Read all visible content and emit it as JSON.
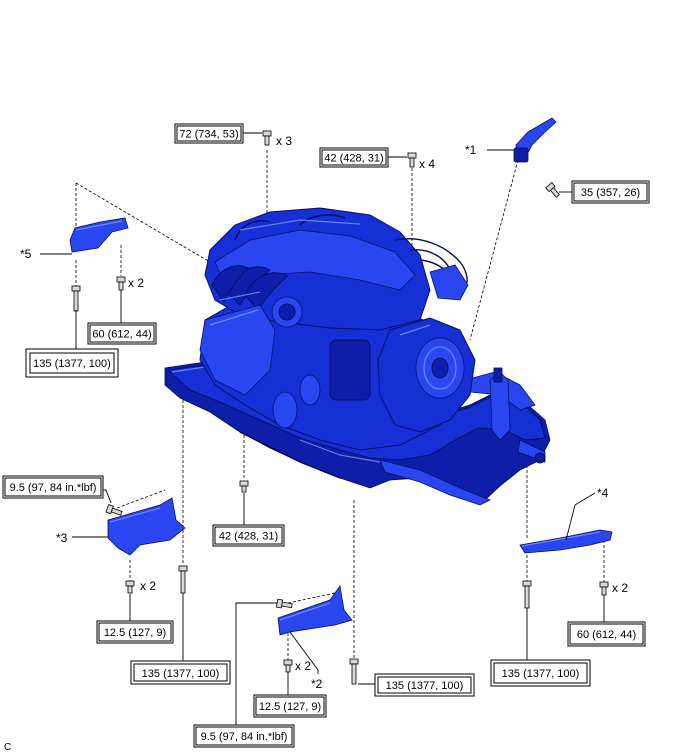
{
  "figure_code": "C",
  "torques": {
    "t_72": "72 (734, 53)",
    "t_42_top": "42 (428, 31)",
    "t_35": "35 (357, 26)",
    "t_60_left": "60 (612, 44)",
    "t_135_left": "135 (1377, 100)",
    "t_9_5_left": "9.5 (97, 84 in.*lbf)",
    "t_42_bottom": "42 (428, 31)",
    "t_12_5_left": "12.5 (127, 9)",
    "t_135_mid": "135 (1377, 100)",
    "t_135_center": "135 (1377, 100)",
    "t_12_5_center": "12.5 (127, 9)",
    "t_9_5_bottom": "9.5 (97, 84 in.*lbf)",
    "t_135_right": "135 (1377, 100)",
    "t_60_right": "60 (612, 44)"
  },
  "quantities": {
    "q_72": "x 3",
    "q_42_top": "x 4",
    "q_60_left": "x 2",
    "q_12_5_left": "x 2",
    "q_12_5_center": "x 2",
    "q_60_right": "x 2"
  },
  "callouts": {
    "c1": "*1",
    "c2": "*2",
    "c3": "*3",
    "c4": "*4",
    "c5": "*5"
  },
  "colors": {
    "part_blue": "#1730d6",
    "part_dark": "#06106a"
  }
}
